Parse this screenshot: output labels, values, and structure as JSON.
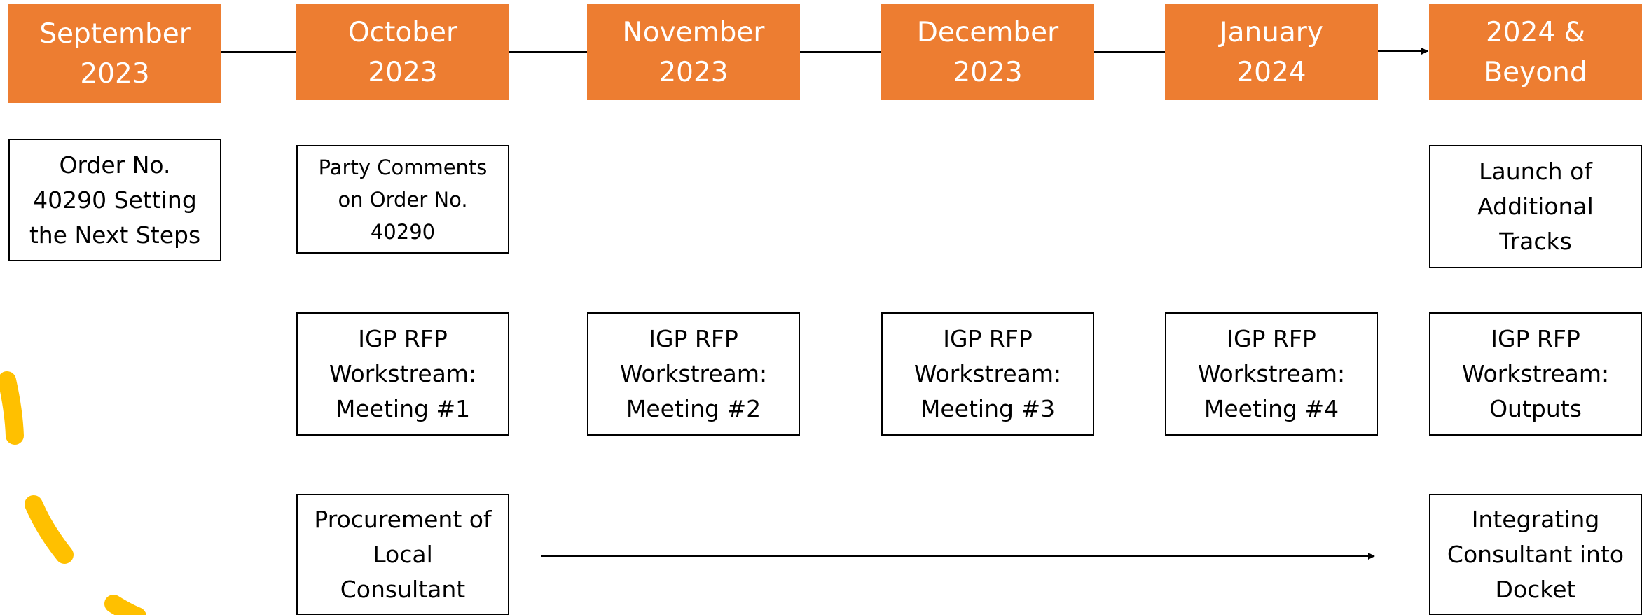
{
  "timeline": {
    "months": [
      {
        "line1": "September",
        "line2": "2023"
      },
      {
        "line1": "October",
        "line2": "2023"
      },
      {
        "line1": "November",
        "line2": "2023"
      },
      {
        "line1": "December",
        "line2": "2023"
      },
      {
        "line1": "January",
        "line2": "2024"
      },
      {
        "line1": "2024 &",
        "line2": "Beyond"
      }
    ]
  },
  "row1": {
    "order": [
      "Order No.",
      "40290 Setting",
      "the Next Steps"
    ],
    "comments": [
      "Party Comments",
      "on Order No.",
      "40290"
    ],
    "launch": [
      "Launch of",
      "Additional",
      "Tracks"
    ]
  },
  "row2": {
    "meetings": [
      [
        "IGP RFP",
        "Workstream:",
        "Meeting #1"
      ],
      [
        "IGP RFP",
        "Workstream:",
        "Meeting #2"
      ],
      [
        "IGP RFP",
        "Workstream:",
        "Meeting #3"
      ],
      [
        "IGP RFP",
        "Workstream:",
        "Meeting #4"
      ],
      [
        "IGP RFP",
        "Workstream:",
        "Outputs"
      ]
    ]
  },
  "row3": {
    "procurement": [
      "Procurement of",
      "Local",
      "Consultant"
    ],
    "integrating": [
      "Integrating",
      "Consultant into",
      "Docket"
    ]
  },
  "colors": {
    "header_fill": "#ED7D31",
    "header_text": "#FFFFFF",
    "decor_stroke": "#FFC000"
  }
}
